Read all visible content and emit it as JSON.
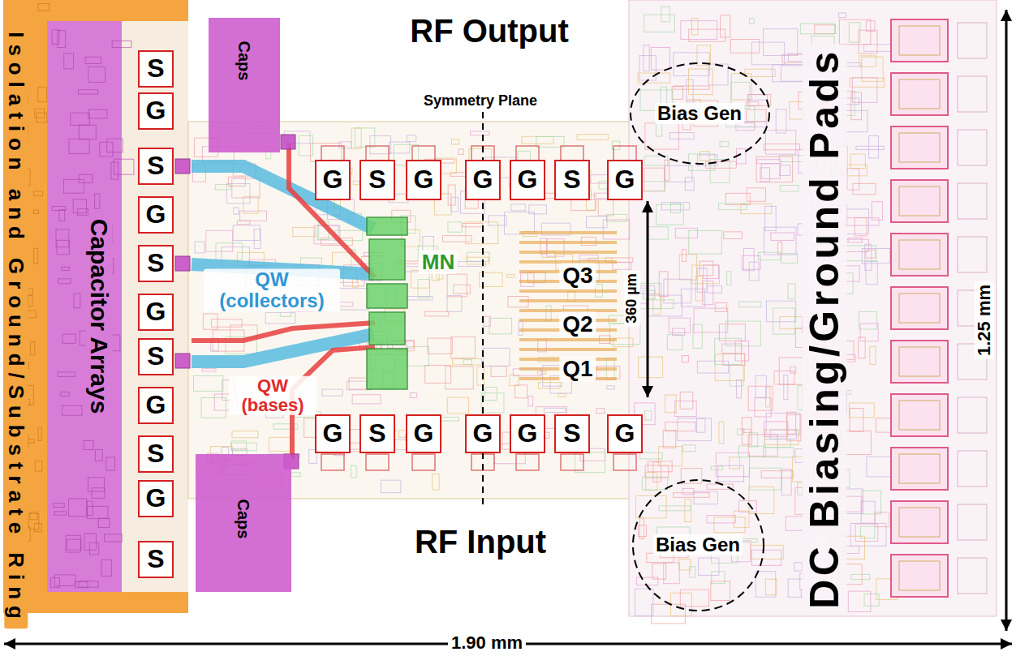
{
  "diagram": {
    "nodes": [
      {
        "text": [
          "S"
        ]
      },
      {
        "text": [
          "G"
        ]
      },
      {
        "text": [
          "S"
        ]
      },
      {
        "text": [
          "G"
        ]
      },
      {
        "text": [
          "S"
        ]
      },
      {
        "text": [
          "G"
        ]
      },
      {
        "text": [
          "S"
        ]
      },
      {
        "text": [
          "G"
        ]
      },
      {
        "text": [
          "S"
        ]
      },
      {
        "text": [
          "G"
        ]
      },
      {
        "text": [
          "S"
        ]
      },
      {
        "text": [
          "Caps"
        ]
      },
      {
        "text": [
          "G"
        ]
      },
      {
        "text": [
          "S"
        ]
      },
      {
        "text": [
          "G"
        ]
      },
      {
        "text": [
          "G"
        ]
      },
      {
        "text": [
          "G"
        ]
      },
      {
        "text": [
          "S"
        ]
      },
      {
        "text": [
          "G"
        ]
      },
      {
        "text": [
          "Bias Gen"
        ]
      },
      {
        "text": [
          "G"
        ]
      },
      {
        "text": [
          "S"
        ]
      },
      {
        "text": [
          "G"
        ]
      },
      {
        "text": [
          "G"
        ]
      },
      {
        "text": [
          "G"
        ]
      },
      {
        "text": [
          "S"
        ]
      },
      {
        "text": [
          "G"
        ]
      },
      {
        "text": [
          "Caps"
        ]
      },
      {
        "text": [
          "Bias Gen"
        ]
      }
    ],
    "labels": [
      "RF Output",
      "Symmetry Plane",
      "Isolation and Ground/Substrate Ring",
      "Capacitor Arrays",
      "QW (collectors)",
      "MN",
      "Q3",
      "Q2",
      "Q1",
      "360 µm",
      "DC Biasing/Ground Pads",
      "1.25 mm",
      "QW (bases)",
      "RF Input",
      "1.90 mm"
    ]
  }
}
